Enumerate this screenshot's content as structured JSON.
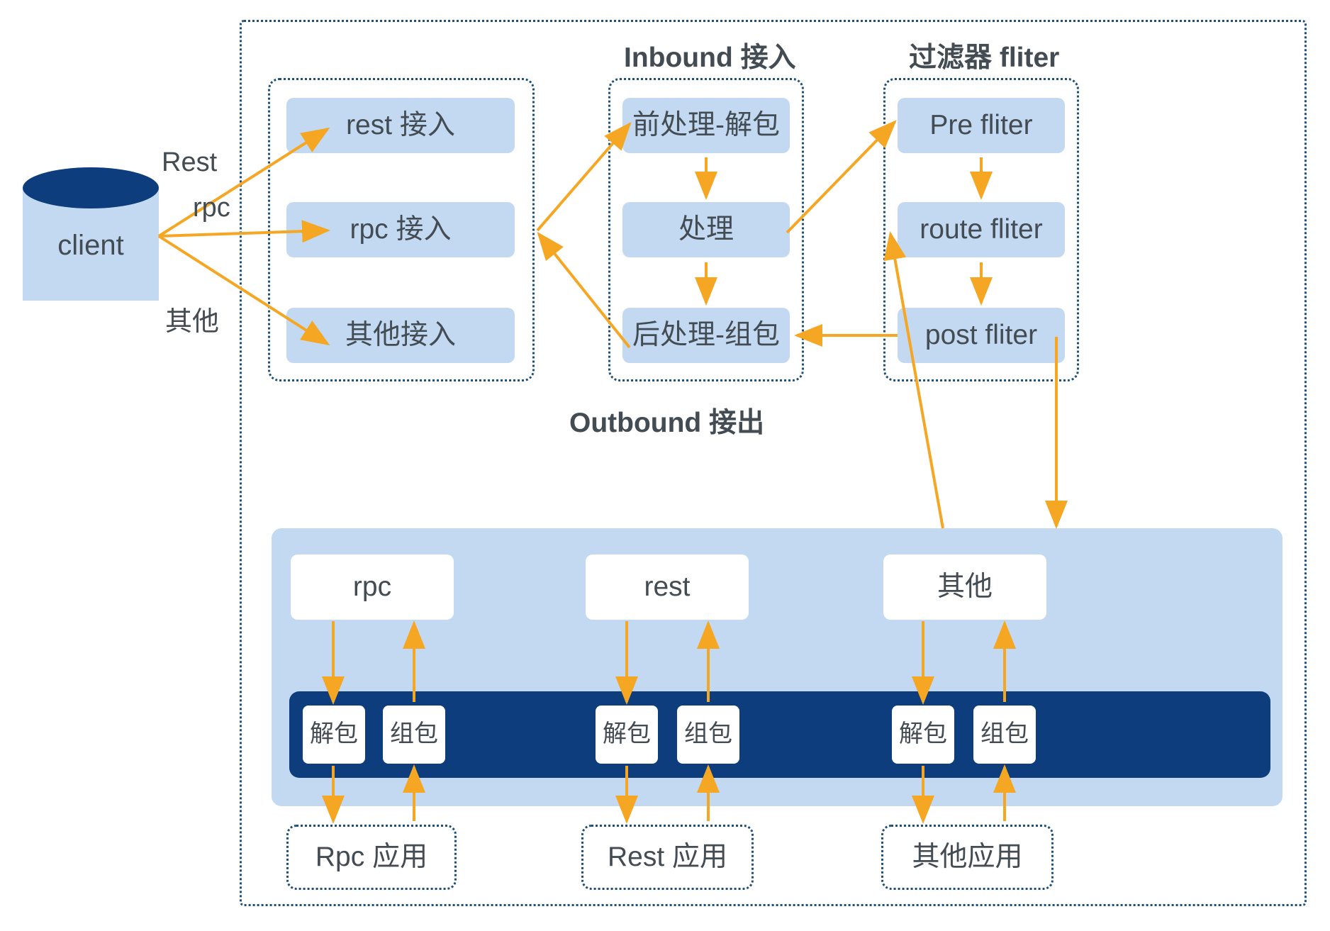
{
  "diagram": {
    "outer_frame": {
      "name": "gateway-boundary"
    },
    "client": {
      "label": "client"
    },
    "edge_labels": [
      {
        "id": "rest",
        "text": "Rest"
      },
      {
        "id": "rpc",
        "text": "rpc"
      },
      {
        "id": "other",
        "text": "其他"
      }
    ],
    "section_titles": [
      {
        "id": "inbound",
        "text": "Inbound 接入"
      },
      {
        "id": "filter",
        "text": "过滤器 fliter"
      },
      {
        "id": "outbound",
        "text": "Outbound 接出"
      }
    ],
    "access_group": {
      "name": "access-group",
      "items": [
        {
          "label": "rest 接入"
        },
        {
          "label": "rpc 接入"
        },
        {
          "label": "其他接入"
        }
      ]
    },
    "inbound_group": {
      "name": "inbound-group",
      "items": [
        {
          "label": "前处理-解包"
        },
        {
          "label": "处理"
        },
        {
          "label": "后处理-组包"
        }
      ]
    },
    "filter_group": {
      "name": "filter-group",
      "items": [
        {
          "label": "Pre fliter"
        },
        {
          "label": "route fliter"
        },
        {
          "label": "post fliter"
        }
      ]
    },
    "outbound_panel": {
      "name": "outbound-panel",
      "protocols": [
        {
          "label": "rpc"
        },
        {
          "label": "rest"
        },
        {
          "label": "其他"
        }
      ],
      "codec_bar": {
        "groups": [
          {
            "decode": "解包",
            "encode": "组包"
          },
          {
            "decode": "解包",
            "encode": "组包"
          },
          {
            "decode": "解包",
            "encode": "组包"
          }
        ]
      },
      "applications": [
        {
          "label": "Rpc 应用"
        },
        {
          "label": "Rest 应用"
        },
        {
          "label": "其他应用"
        }
      ]
    },
    "colors": {
      "arrow": "#F5A623",
      "blue_fill": "#C3D9F1",
      "dark_blue": "#0D3D7C",
      "dotted_border": "#1F5077",
      "text": "#434B53"
    }
  }
}
